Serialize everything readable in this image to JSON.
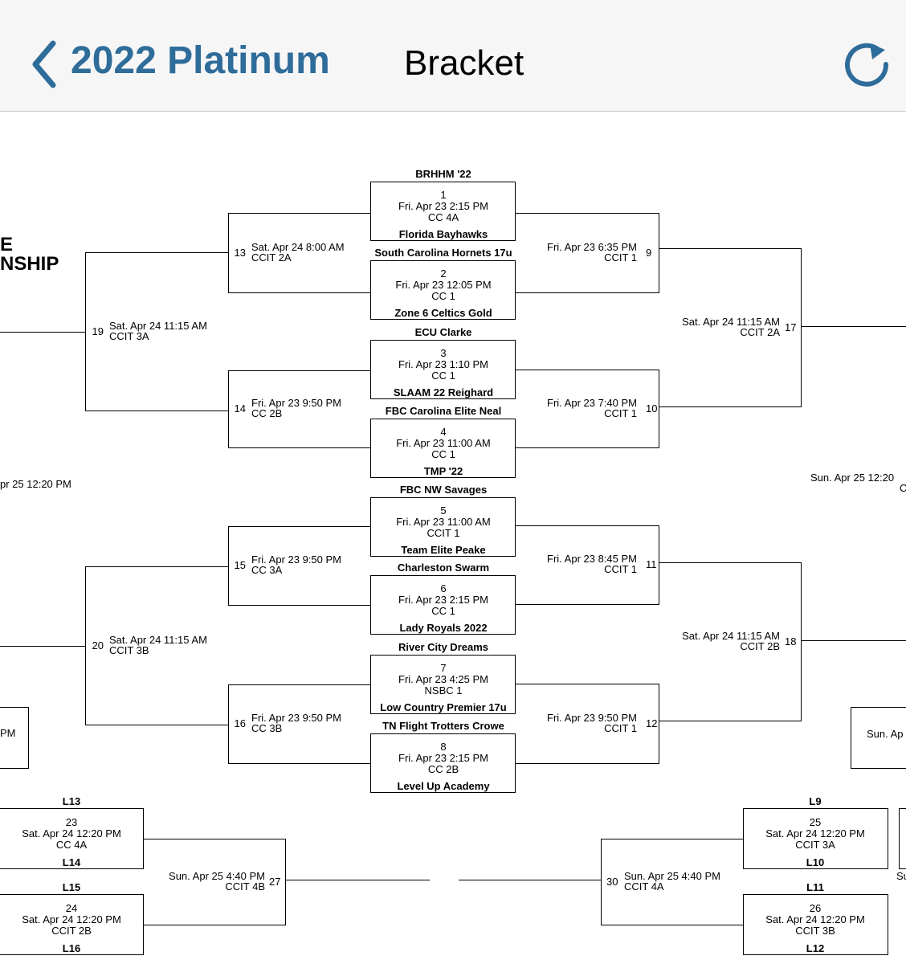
{
  "nav": {
    "back_label": "2022 Platinum",
    "title": "Bracket",
    "back_icon": "chevron-left-icon",
    "refresh_icon": "refresh-icon"
  },
  "colors": {
    "accent": "#2e6c9a",
    "navbar_bg": "#f6f6f7"
  },
  "partial_title": {
    "line1": "E",
    "line2": "NSHIP"
  },
  "first_round": [
    {
      "num": "1",
      "date": "Fri. Apr 23 2:15 PM",
      "court": "CC 4A",
      "top_team": "BRHHM '22",
      "bottom_team": "Florida Bayhawks"
    },
    {
      "num": "2",
      "date": "Fri. Apr 23 12:05 PM",
      "court": "CC 1",
      "top_team": "South Carolina Hornets 17u",
      "bottom_team": "Zone 6 Celtics Gold"
    },
    {
      "num": "3",
      "date": "Fri. Apr 23 1:10 PM",
      "court": "CC 1",
      "top_team": "ECU Clarke",
      "bottom_team": "SLAAM 22 Reighard"
    },
    {
      "num": "4",
      "date": "Fri. Apr 23 11:00 AM",
      "court": "CC 1",
      "top_team": "FBC Carolina Elite Neal",
      "bottom_team": "TMP '22"
    },
    {
      "num": "5",
      "date": "Fri. Apr 23 11:00 AM",
      "court": "CCIT 1",
      "top_team": "FBC NW Savages",
      "bottom_team": "Team Elite Peake"
    },
    {
      "num": "6",
      "date": "Fri. Apr 23 2:15 PM",
      "court": "CC 1",
      "top_team": "Charleston Swarm",
      "bottom_team": "Lady Royals 2022"
    },
    {
      "num": "7",
      "date": "Fri. Apr 23 4:25 PM",
      "court": "NSBC 1",
      "top_team": "River City Dreams",
      "bottom_team": "Low Country Premier 17u"
    },
    {
      "num": "8",
      "date": "Fri. Apr 23 2:15 PM",
      "court": "CC 2B",
      "top_team": "TN Flight Trotters Crowe",
      "bottom_team": "Level Up Academy"
    }
  ],
  "left_second_round": [
    {
      "num": "13",
      "date": "Sat. Apr 24 8:00 AM",
      "court": "CCIT 2A"
    },
    {
      "num": "14",
      "date": "Fri. Apr 23 9:50 PM",
      "court": "CC 2B"
    },
    {
      "num": "15",
      "date": "Fri. Apr 23 9:50 PM",
      "court": "CC 3A"
    },
    {
      "num": "16",
      "date": "Fri. Apr 23 9:50 PM",
      "court": "CC 3B"
    }
  ],
  "left_third_round": [
    {
      "num": "19",
      "date": "Sat. Apr 24 11:15 AM",
      "court": "CCIT 3A"
    },
    {
      "num": "20",
      "date": "Sat. Apr 24 11:15 AM",
      "court": "CCIT 3B"
    }
  ],
  "right_second_round": [
    {
      "num": "9",
      "date": "Fri. Apr 23 6:35 PM",
      "court": "CCIT 1"
    },
    {
      "num": "10",
      "date": "Fri. Apr 23 7:40 PM",
      "court": "CCIT 1"
    },
    {
      "num": "11",
      "date": "Fri. Apr 23 8:45 PM",
      "court": "CCIT 1"
    },
    {
      "num": "12",
      "date": "Fri. Apr 23 9:50 PM",
      "court": "CCIT 1"
    }
  ],
  "right_third_round": [
    {
      "num": "17",
      "date": "Sat. Apr 24 11:15 AM",
      "court": "CCIT 2A"
    },
    {
      "num": "18",
      "date": "Sat. Apr 24 11:15 AM",
      "court": "CCIT 2B"
    }
  ],
  "edge_labels": {
    "left_sun": "pr 25 12:20 PM",
    "right_sun": "Sun. Apr 25 12:20",
    "right_sun_c": "C",
    "left_box": "PM",
    "right_box": "Sun. Ap",
    "right_bottom_su": "Su"
  },
  "consolation_left": [
    {
      "num": "23",
      "date": "Sat. Apr 24 12:20 PM",
      "court": "CC 4A",
      "top": "L13",
      "bottom": "L14"
    },
    {
      "num": "24",
      "date": "Sat. Apr 24 12:20 PM",
      "court": "CCIT 2B",
      "top": "L15",
      "bottom": "L16"
    }
  ],
  "consolation_right": [
    {
      "num": "25",
      "date": "Sat. Apr 24 12:20 PM",
      "court": "CCIT 3A",
      "top": "L9",
      "bottom": "L10"
    },
    {
      "num": "26",
      "date": "Sat. Apr 24 12:20 PM",
      "court": "CCIT 3B",
      "top": "L11",
      "bottom": "L12"
    }
  ],
  "consolation_final_left": {
    "num": "27",
    "date": "Sun. Apr 25 4:40 PM",
    "court": "CCIT 4B"
  },
  "consolation_final_right": {
    "num": "30",
    "date": "Sun. Apr 25 4:40 PM",
    "court": "CCIT 4A"
  }
}
